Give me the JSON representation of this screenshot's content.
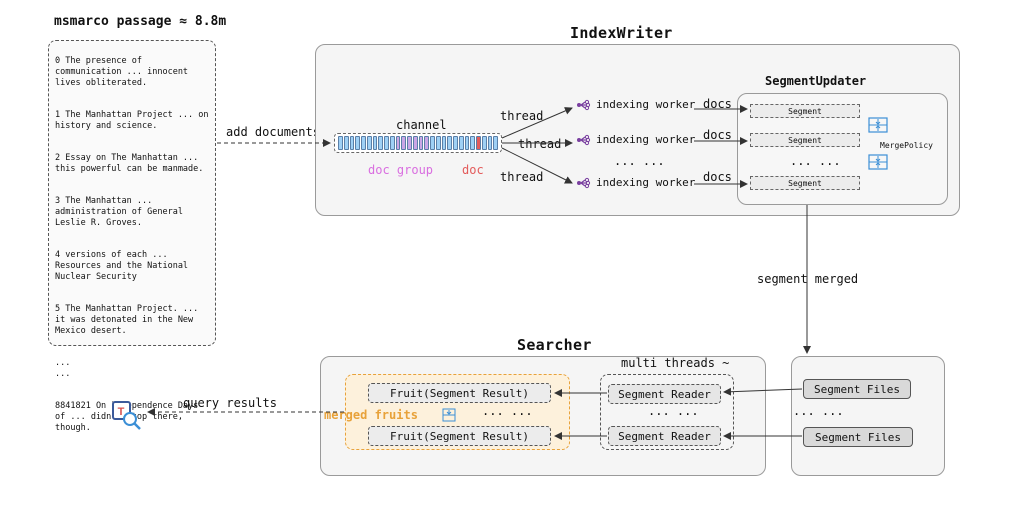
{
  "dataset_title": "msmarco passage ≈ 8.8m",
  "documents": [
    "0 The presence of communication ... innocent lives obliterated.",
    "1 The Manhattan Project ... on history and science.",
    "2 Essay on The Manhattan ... this powerful can be manmade.",
    "3 The Manhattan ... administration of General Leslie R. Groves.",
    "4 versions of each ... Resources and the National Nuclear Security",
    "5 The Manhattan Project. ... it was detonated in the New Mexico desert.",
    "...\n...",
    "8841821 On Independence Days of ... didn't stop there, though."
  ],
  "add_documents": "add documents",
  "indexwriter": {
    "title": "IndexWriter",
    "channel_label": "channel",
    "doc_group_label": "doc group",
    "doc_label": "doc",
    "threads": [
      "thread",
      "thread",
      "thread"
    ],
    "workers": [
      "indexing worker",
      "indexing worker",
      "indexing worker"
    ],
    "workers_ellipsis": "...  ...",
    "docs_labels": [
      "docs",
      "docs",
      "docs"
    ],
    "segment_updater": {
      "title": "SegmentUpdater",
      "segments": [
        "Segment",
        "Segment",
        "Segment"
      ],
      "ellipsis": "...  ...",
      "merge_policy": "MergePolicy"
    }
  },
  "segment_merged": "segment merged",
  "searcher": {
    "title": "Searcher",
    "multi_threads": "multi threads ~",
    "readers": [
      "Segment Reader",
      "Segment Reader"
    ],
    "readers_ellipsis": "...  ...",
    "fruits": [
      "Fruit(Segment Result)",
      "Fruit(Segment Result)"
    ],
    "fruits_ellipsis": "...  ...",
    "merged_fruits": "merged fruits"
  },
  "segment_files": [
    "Segment Files",
    "Segment Files"
  ],
  "files_ellipsis": "...  ...",
  "query_results": "query results",
  "colors": {
    "doc_group": "#d96ee0",
    "doc": "#e35b5b",
    "merged": "#e8a23a",
    "channel_blue": "#9fd0f5",
    "icon_blue": "#3b8fd6"
  }
}
